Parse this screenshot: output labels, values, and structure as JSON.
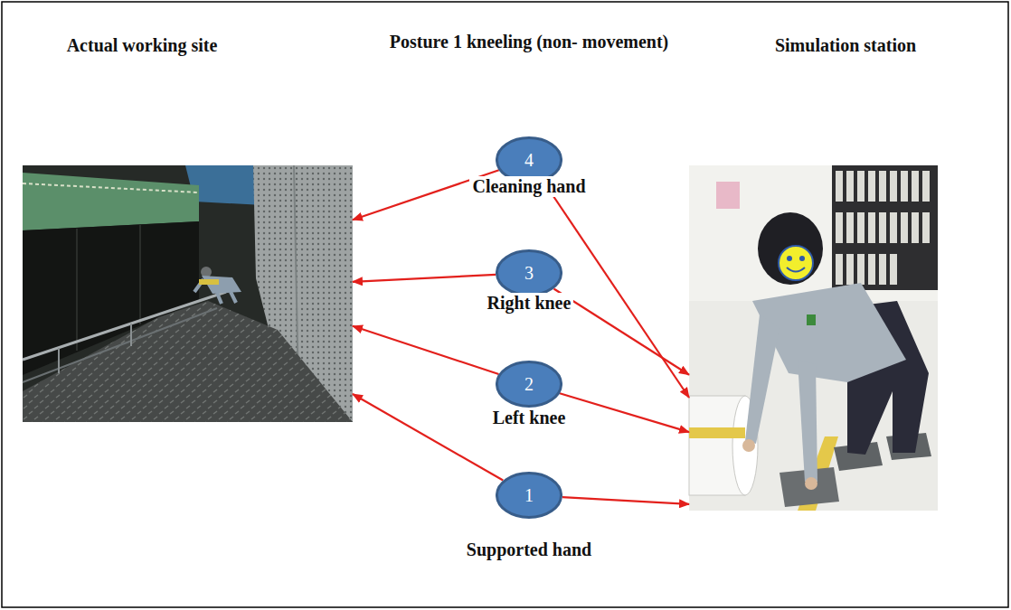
{
  "diagram": {
    "title": "Posture 1 kneeling (non- movement)",
    "nodes": [
      {
        "text": [
          "Actual working site"
        ]
      },
      {
        "text": [
          "4"
        ]
      },
      {
        "text": [
          "3"
        ]
      },
      {
        "text": [
          "2"
        ]
      },
      {
        "text": [
          "1"
        ]
      },
      {
        "text": [
          "Simulation station"
        ]
      }
    ],
    "edges": [
      {
        "from": 1,
        "to": 0,
        "arrow": "to"
      },
      {
        "from": 1,
        "to": 5,
        "arrow": "to"
      },
      {
        "from": 2,
        "to": 0,
        "arrow": "to"
      },
      {
        "from": 2,
        "to": 5,
        "arrow": "to"
      },
      {
        "from": 3,
        "to": 0,
        "arrow": "to"
      },
      {
        "from": 3,
        "to": 5,
        "arrow": "to"
      },
      {
        "from": 4,
        "to": 0,
        "arrow": "to"
      },
      {
        "from": 4,
        "to": 5,
        "arrow": "to"
      }
    ],
    "labels": [
      "Cleaning hand",
      "Right knee",
      "Left knee",
      "Supported hand"
    ]
  }
}
